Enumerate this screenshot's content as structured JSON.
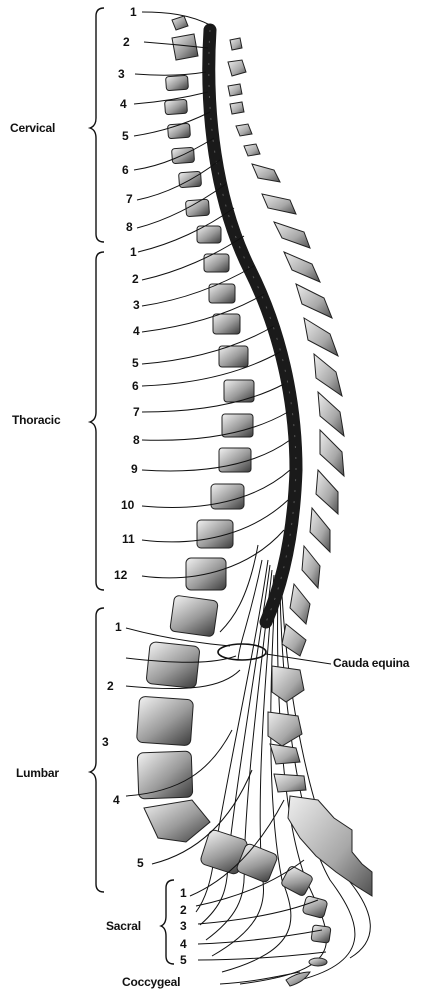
{
  "regions": {
    "cervical": "Cervical",
    "thoracic": "Thoracic",
    "lumbar": "Lumbar",
    "sacral": "Sacral",
    "coccygeal": "Coccygeal"
  },
  "cauda_equina": "Cauda equina",
  "cervical_numbers": [
    "1",
    "2",
    "3",
    "4",
    "5",
    "6",
    "7",
    "8"
  ],
  "thoracic_numbers": [
    "1",
    "2",
    "3",
    "4",
    "5",
    "6",
    "7",
    "8",
    "9",
    "10",
    "11",
    "12"
  ],
  "lumbar_numbers": [
    "1",
    "2",
    "3",
    "4",
    "5"
  ],
  "sacral_numbers": [
    "1",
    "2",
    "3",
    "4",
    "5"
  ],
  "colors": {
    "bone_dark": "#4a4a4a",
    "bone_light": "#d9d9d9",
    "cord": "#1a1a1a",
    "line": "#111111"
  }
}
